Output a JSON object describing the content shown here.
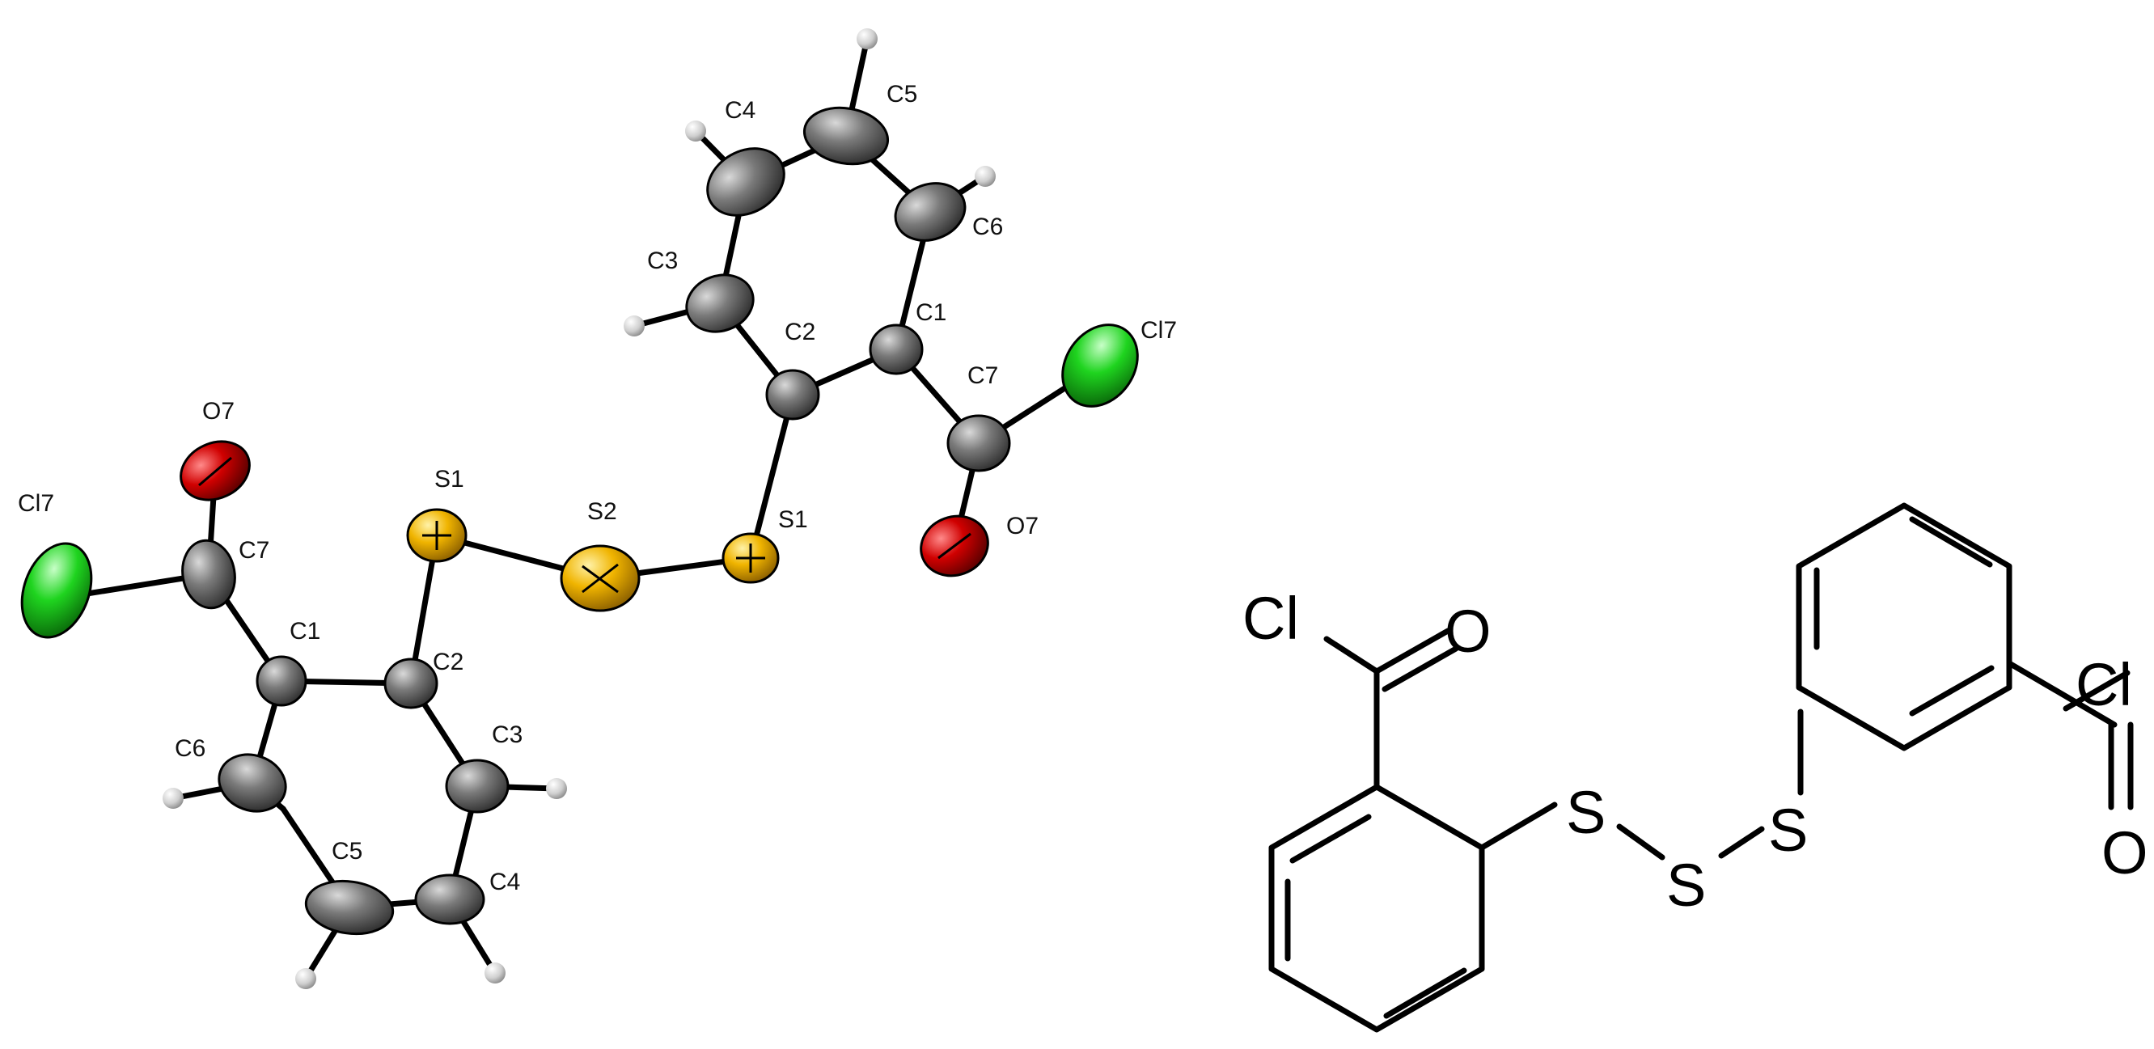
{
  "ortep": {
    "labels": {
      "cl7_left": "Cl7",
      "o7_left": "O7",
      "c7_left": "C7",
      "c1_left": "C1",
      "c2_left": "C2",
      "c3_left": "C3",
      "c4_left": "C4",
      "c5_left": "C5",
      "c6_left": "C6",
      "s1_left": "S1",
      "s2": "S2",
      "s1_right": "S1",
      "c2_right": "C2",
      "c1_right": "C1",
      "c7_right": "C7",
      "cl7_right": "Cl7",
      "o7_right": "O7",
      "c3_right": "C3",
      "c4_right": "C4",
      "c5_right": "C5",
      "c6_right": "C6"
    },
    "atom_colors": {
      "carbon": "#7a7a7a",
      "hydrogen": "#d8d8d8",
      "oxygen": "#d00000",
      "chlorine": "#1fd41f",
      "sulfur": "#f0b400"
    }
  },
  "structure": {
    "atoms": {
      "cl_left": "Cl",
      "o_left": "O",
      "s_a": "S",
      "s_b": "S",
      "s_c": "S",
      "cl_right": "Cl",
      "o_right": "O"
    }
  }
}
